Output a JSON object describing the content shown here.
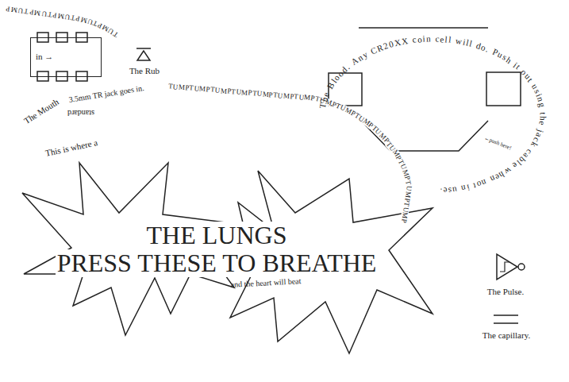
{
  "diagram": {
    "nodes": [
      {
        "text": [
          "in →"
        ]
      },
      {
        "text": [
          "THE LUNGS",
          "PRESS THESE TO BREATHE"
        ]
      }
    ],
    "labels": [
      "The Mouth",
      "3.5mm TR jack goes in.",
      "This is where a",
      "standard",
      "The Rub",
      "TUMPTUMPTUMPTUMPTUMP",
      "TUMPTUMPTUMPTUMPTUMPTUMPTUMPTUMPTUMPTUMPTUMPTUMPTUMPTUMPTUMP",
      "and the heart will beat",
      "The Blood. Any CR20XX coin cell will do. Push it out using the jack cable when not in use.",
      "←push here!",
      "The Pulse.",
      "The capillary."
    ]
  }
}
